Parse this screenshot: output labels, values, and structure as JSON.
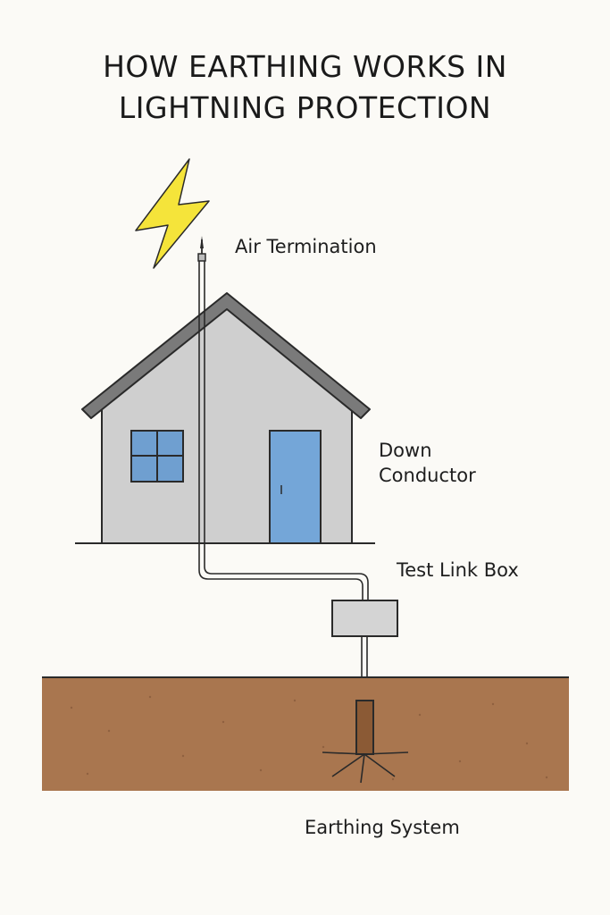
{
  "title": {
    "line1": "HOW EARTHING WORKS IN",
    "line2": "LIGHTNING PROTECTION"
  },
  "labels": {
    "air_termination": "Air Termination",
    "down_conductor_line1": "Down",
    "down_conductor_line2": "Conductor",
    "test_link_box": "Test Link Box",
    "earthing_system": "Earthing System"
  },
  "icons": {
    "lightning": "lightning-bolt-icon"
  },
  "colors": {
    "background": "#fbfaf6",
    "lightning": "#f5e43a",
    "wall": "#cfcfcf",
    "roof": "#7a7a7a",
    "window": "#6f9fd0",
    "door": "#74a6d8",
    "soil": "#a9764f",
    "test_box": "#d4d4d4"
  }
}
